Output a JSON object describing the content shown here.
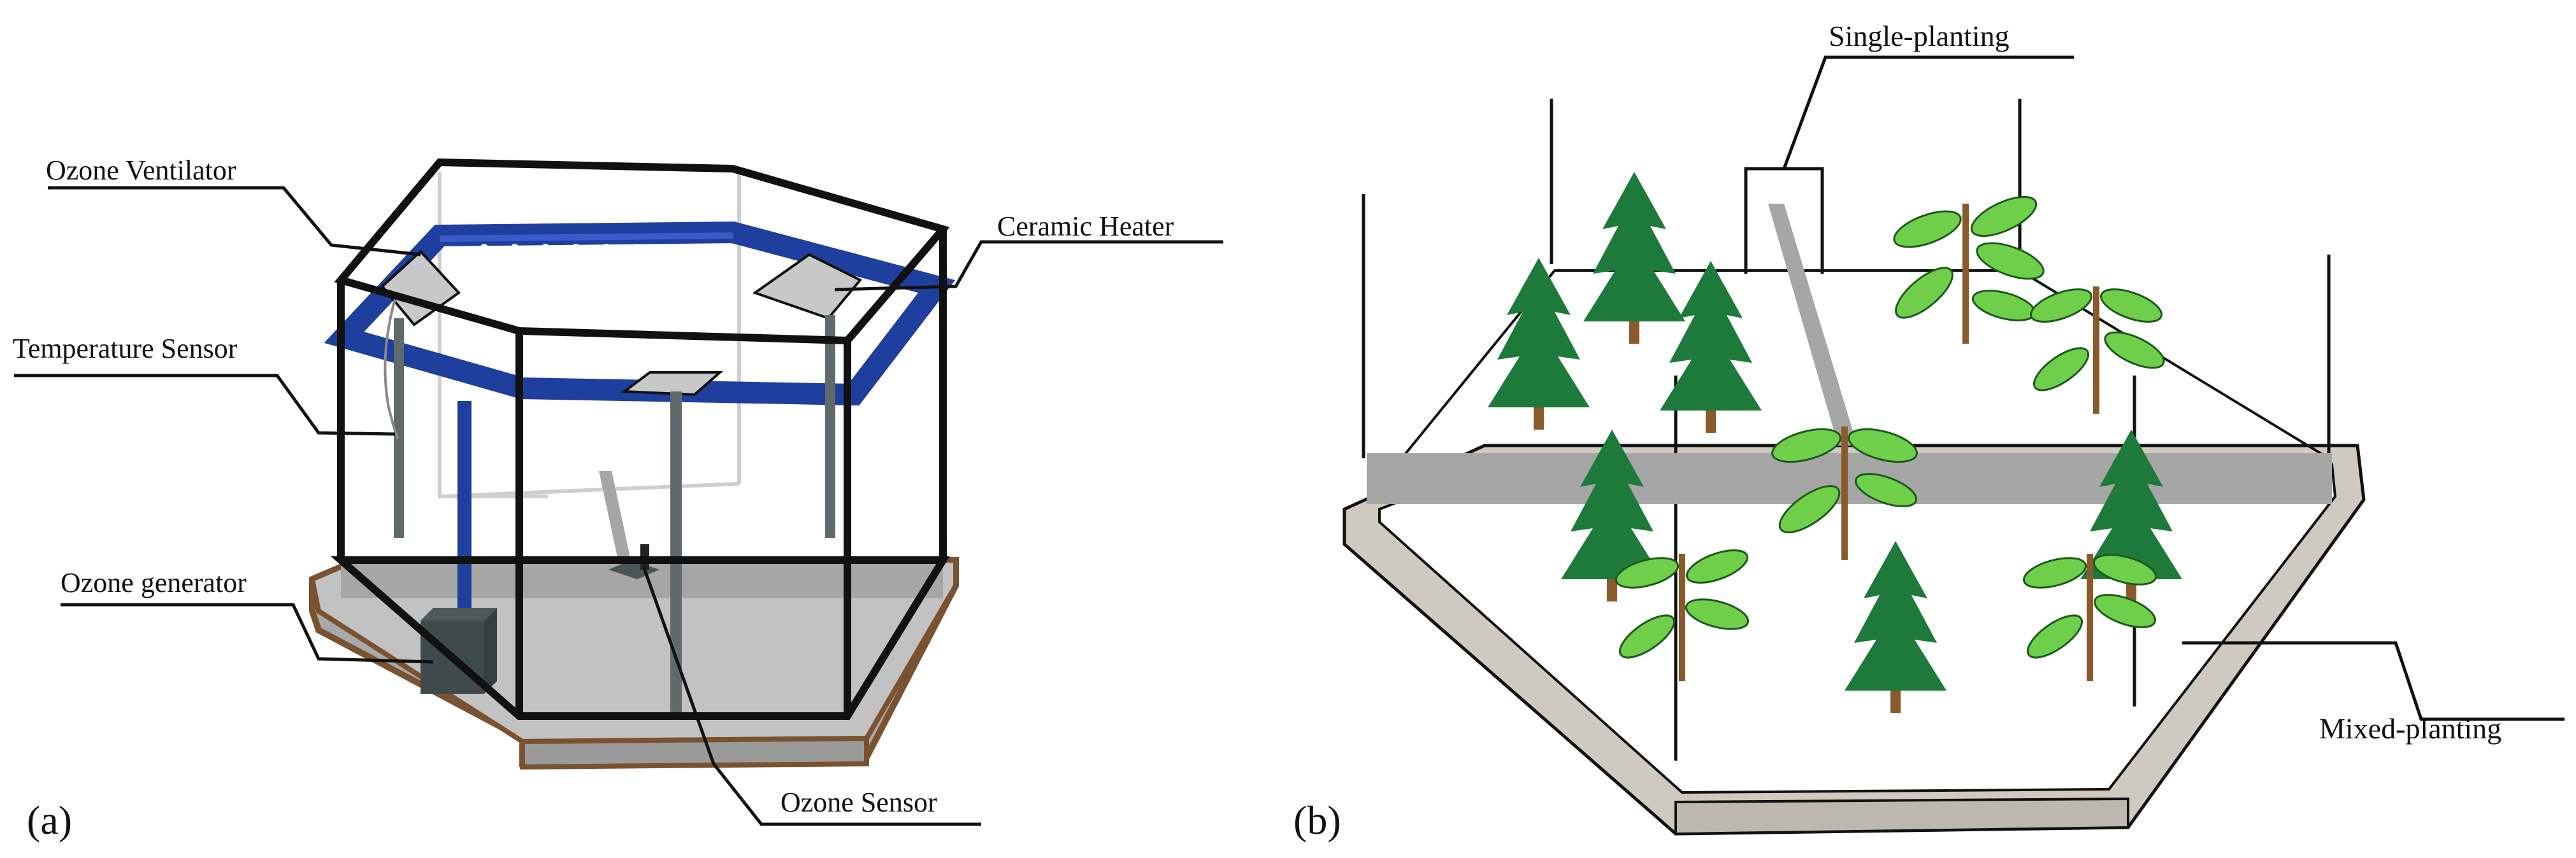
{
  "panels": {
    "a": {
      "tag": "(a)",
      "labels": {
        "ozone_ventilator": "Ozone Ventilator",
        "ceramic_heater": "Ceramic Heater",
        "temperature_sensor": "Temperature Sensor",
        "ozone_generator": "Ozone generator",
        "ozone_sensor": "Ozone Sensor"
      }
    },
    "b": {
      "tag": "(b)",
      "labels": {
        "single_planting": "Single-planting",
        "mixed_planting": "Mixed-planting"
      }
    }
  },
  "colors": {
    "frame": "#111111",
    "blue_duct": "#1f3f9e",
    "base_wood": "#7a5230",
    "base_gray": "#a9a9a9",
    "divider_gray": "#a6a6a6",
    "pine": "#1d7a3a",
    "leaf": "#6fcf4a",
    "trunk": "#8a5a2b",
    "rim": "#cfc9c0"
  }
}
